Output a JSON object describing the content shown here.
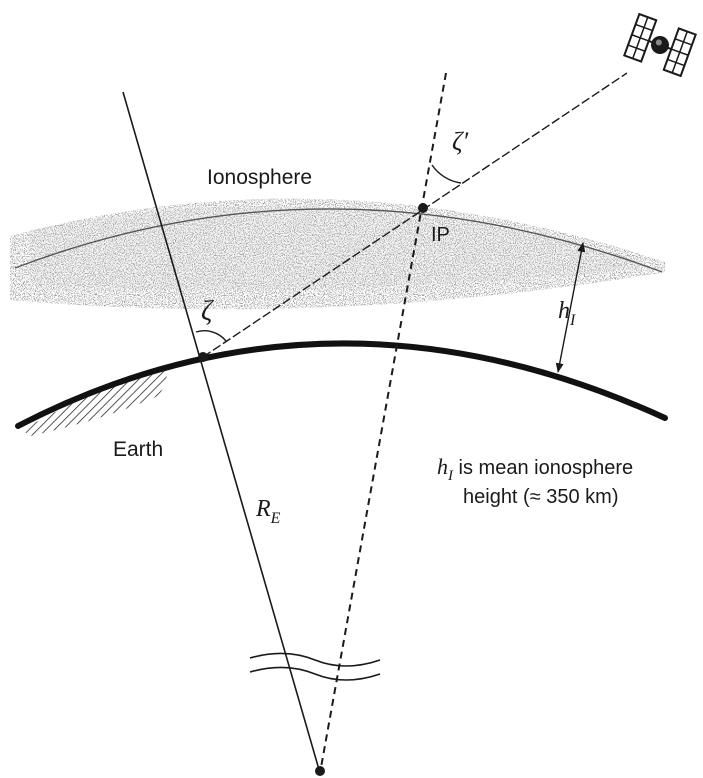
{
  "labels": {
    "ionosphere": "Ionosphere",
    "pierce_point": "IP",
    "zenith_angle": "ζ",
    "zenith_angle_ip": "ζ′",
    "height_symbol": "h",
    "height_subscript": "I",
    "earth": "Earth",
    "radius_symbol": "R",
    "radius_subscript": "E",
    "note_line1_suffix": " is mean ionosphere",
    "note_line2": "height (≈ 350 km)"
  },
  "colors": {
    "ink": "#1a1a1a",
    "ionosphere_stipple": "#a8a8a8",
    "background": "#ffffff"
  },
  "icons": {
    "satellite": "satellite-icon"
  }
}
